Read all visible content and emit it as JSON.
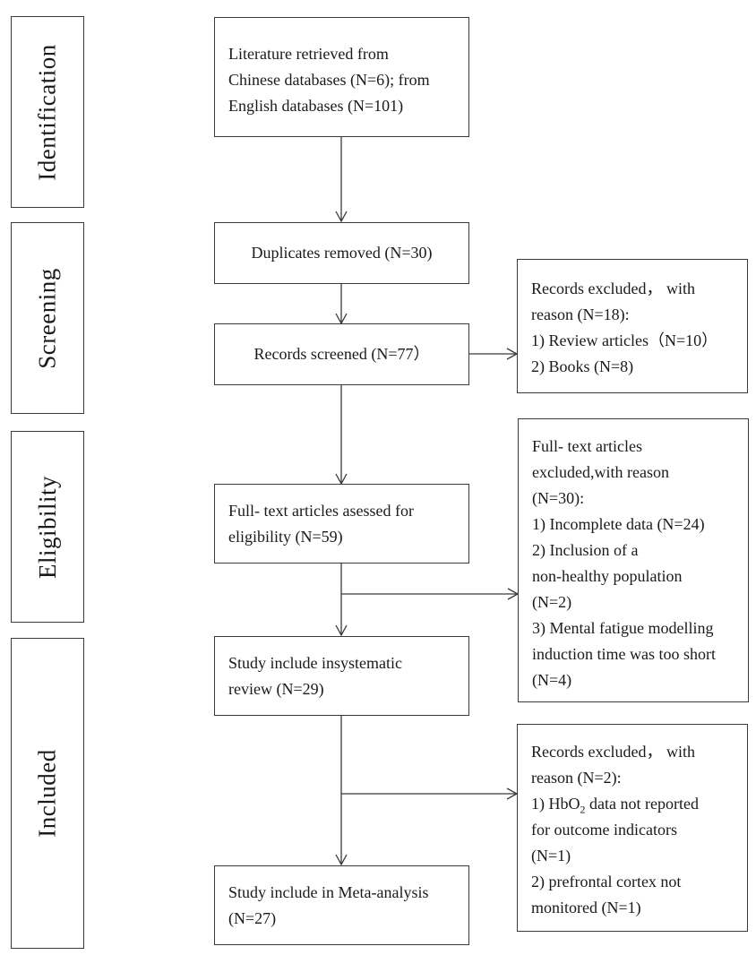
{
  "stages": [
    "Identification",
    "Screening",
    "Eligibility",
    "Included"
  ],
  "boxes": {
    "retrieved": [
      "Literature retrieved from",
      "Chinese databases (N=6); from",
      "English databases (N=101)"
    ],
    "duplicates": [
      "Duplicates removed (N=30)"
    ],
    "screened": [
      "Records screened (N=77）"
    ],
    "fulltext": [
      "Full- text articles asessed for",
      "eligibility (N=59)"
    ],
    "systematic": [
      "Study include insystematic",
      "review (N=29)"
    ],
    "meta": [
      "Study include in Meta-analysis",
      "(N=27)"
    ]
  },
  "exclusions": {
    "records": [
      "Records excluded， with",
      "reason (N=18):",
      "1)  Review articles（N=10）",
      "2)  Books (N=8)"
    ],
    "fulltext": [
      "Full- text articles",
      "excluded,with reason",
      "(N=30):",
      "1)  Incomplete data (N=24)",
      "2)  Inclusion of a",
      "non-healthy population",
      "(N=2)",
      "3)  Mental fatigue modelling",
      "induction time was too short",
      "(N=4)"
    ],
    "meta": {
      "l1": "Records excluded， with",
      "l2": "reason (N=2):",
      "l3_pre": "1)  HbO",
      "l3_sub": "2",
      "l3_post": " data not reported",
      "l4": "for outcome indicators",
      "l5": "(N=1)",
      "l6": "2)  prefrontal cortex not",
      "l7": "monitored (N=1)"
    }
  }
}
